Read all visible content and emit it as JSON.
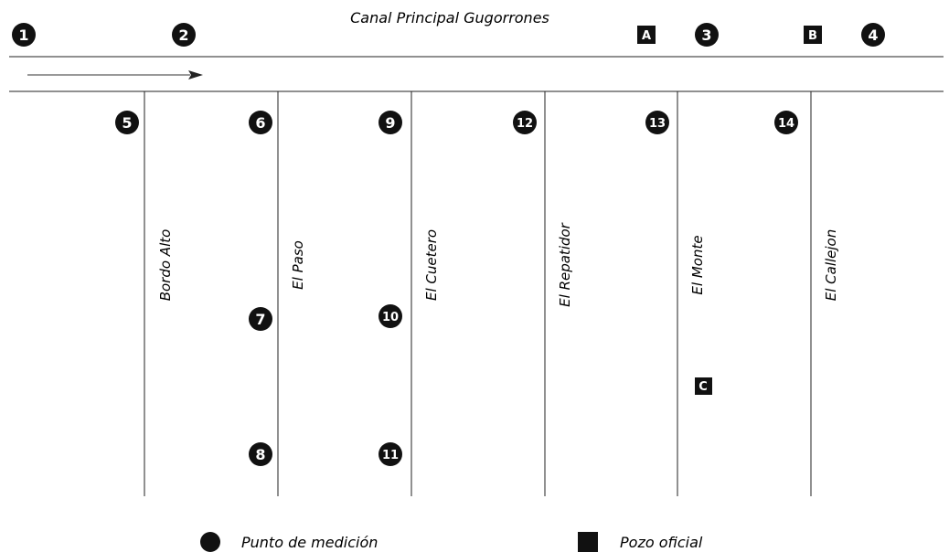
{
  "canal": {
    "title": "Canal Principal Gugorrones"
  },
  "canal_points": [
    {
      "label": "1"
    },
    {
      "label": "2"
    },
    {
      "label": "3"
    },
    {
      "label": "4"
    }
  ],
  "wells_top": [
    {
      "label": "A"
    },
    {
      "label": "B"
    }
  ],
  "laterals": [
    {
      "name": "Bordo Alto",
      "points": [
        "5"
      ]
    },
    {
      "name": "El Paso",
      "points": [
        "6",
        "7",
        "8"
      ]
    },
    {
      "name": "El Cuetero",
      "points": [
        "9",
        "10",
        "11"
      ]
    },
    {
      "name": "El Repatidor",
      "points": [
        "12"
      ]
    },
    {
      "name": "El Monte",
      "points": [
        "13"
      ],
      "wells": [
        "C"
      ]
    },
    {
      "name": "El Callejon",
      "points": [
        "14"
      ]
    }
  ],
  "legend": {
    "measure_label": "Punto de medición",
    "well_label": "Pozo oficial"
  },
  "colors": {
    "ink": "#111111",
    "line": "#222222",
    "background": "#ffffff"
  }
}
